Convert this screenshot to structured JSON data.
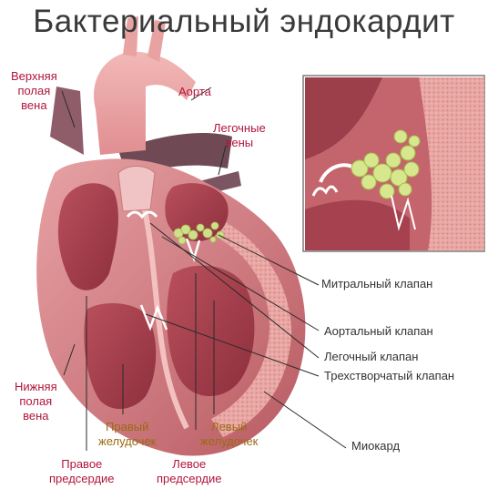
{
  "title": "Бактериальный эндокардит",
  "labels": {
    "svc": [
      "Верхняя",
      "полая",
      "вена"
    ],
    "aorta": "Аорта",
    "pulm_veins": [
      "Легочные",
      "вены"
    ],
    "mitral": "Митральный клапан",
    "aortic": "Аортальный клапан",
    "pulmonary": "Легочный клапан",
    "tricuspid": "Трехстворчатый клапан",
    "ivc": [
      "Нижняя",
      "полая",
      "вена"
    ],
    "rv": [
      "Правый",
      "желудочек"
    ],
    "lv": [
      "Левый",
      "желудочек"
    ],
    "myocard": "Миокард",
    "ra": [
      "Правое",
      "предсердие"
    ],
    "la": [
      "Левое",
      "предсердие"
    ]
  },
  "colors": {
    "title": "#3a3a3a",
    "label_red": "#b0163c",
    "label_gold": "#9a6a12",
    "label_dark": "#333333",
    "heart_outer": "#c86f74",
    "heart_inner": "#a8424f",
    "vegetation": "#cfe08a",
    "leader_line": "#2a2a2a"
  }
}
